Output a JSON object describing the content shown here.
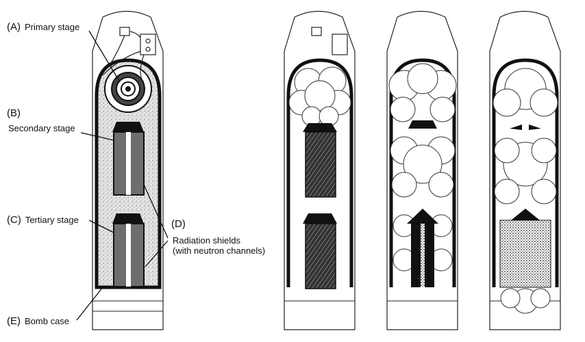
{
  "labels": {
    "a": {
      "letter": "(A)",
      "text": "Primary stage"
    },
    "b": {
      "letter": "(B)",
      "text": "Secondary stage"
    },
    "c": {
      "letter": "(C)",
      "text": "Tertiary stage"
    },
    "d": {
      "letter": "(D)",
      "line1": "Radiation shields",
      "line2": "(with neutron channels)"
    },
    "e": {
      "letter": "(E)",
      "text": "Bomb case"
    }
  },
  "colors": {
    "ink": "#111111",
    "foam": "#d8d8d8",
    "stage": "#6e6e6e",
    "cloud": "#ffffff"
  }
}
